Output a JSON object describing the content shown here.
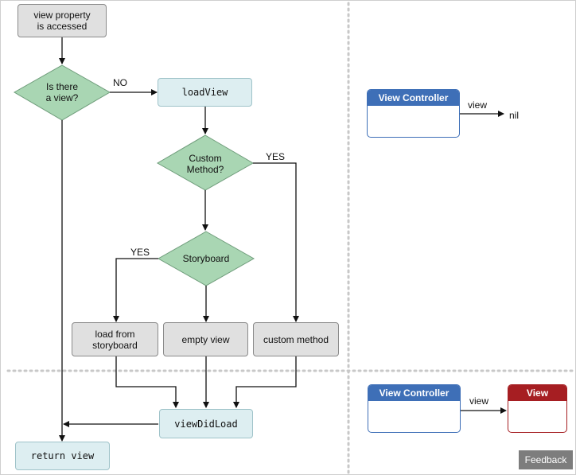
{
  "flowchart": {
    "start": "view property\nis accessed",
    "decision_view": "Is there\na view?",
    "no_label": "NO",
    "load_view": "loadView",
    "decision_custom": "Custom\nMethod?",
    "yes_custom": "YES",
    "decision_storyboard": "Storyboard",
    "yes_storyboard": "YES",
    "load_from_storyboard": "load from\nstoryboard",
    "empty_view": "empty view",
    "custom_method": "custom method",
    "view_did_load": "viewDidLoad",
    "return_view": "return view"
  },
  "state_before": {
    "controller_title": "View Controller",
    "arrow_label": "view",
    "target": "nil"
  },
  "state_after": {
    "controller_title": "View Controller",
    "arrow_label": "view",
    "view_title": "View"
  },
  "feedback_label": "Feedback",
  "colors": {
    "decision_fill": "#a9d6b3",
    "process_fill": "#e0e0e0",
    "method_fill": "#ddeef1",
    "controller_blue": "#3e6fb7",
    "view_red": "#a61e22",
    "divider": "#c8c8c8"
  }
}
